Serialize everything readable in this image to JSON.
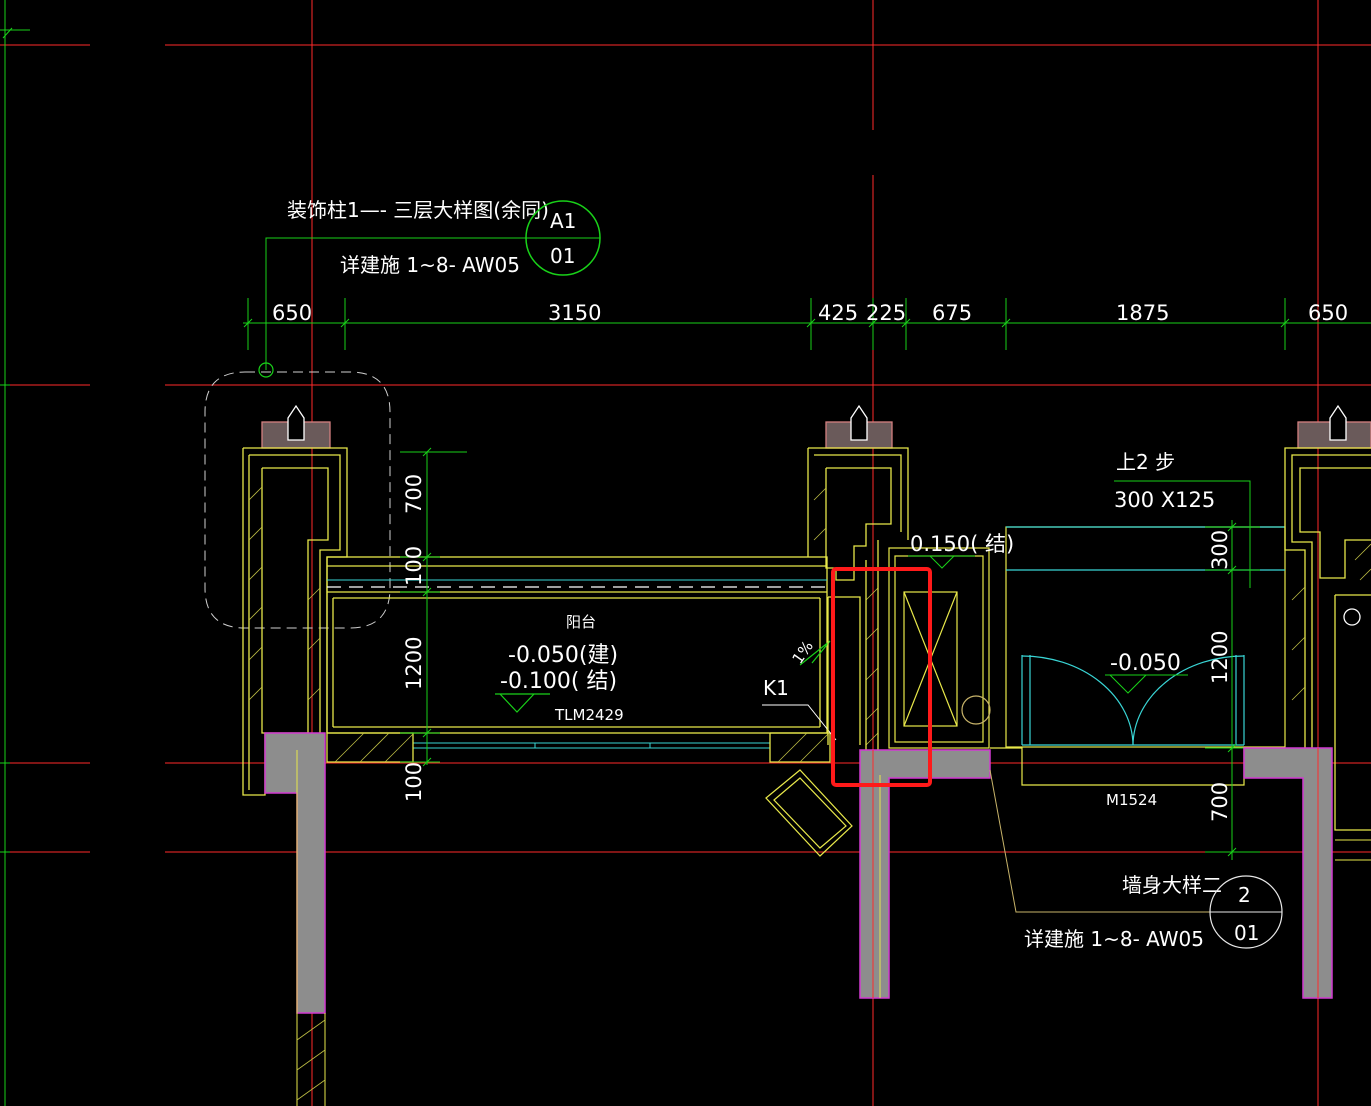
{
  "viewport": {
    "title": "",
    "background": "#000000"
  },
  "colors": {
    "axis": "#ff2a2a",
    "dim": "#19d119",
    "wall": "#e8e84a",
    "glass": "#39d5d5",
    "column_fill": "#8d8d8d",
    "column_edge": "#d23ad2",
    "highlight": "#ff1a1a",
    "text": "#ffffff"
  },
  "callouts": {
    "detail_a1": {
      "line1": "装饰柱1—- 三层大样图(余同)",
      "line2": "详建施 1~8- AW05",
      "bubble_top": "A1",
      "bubble_bottom": "01"
    },
    "detail_2": {
      "line1": "墙身大样二",
      "line2": "详建施 1~8- AW05",
      "bubble_top": "2",
      "bubble_bottom": "01"
    }
  },
  "dimensions": {
    "top": [
      "650",
      "3150",
      "425",
      "225",
      "675",
      "1875",
      "650"
    ],
    "vertical_left": [
      "700",
      "100",
      "1200",
      "100"
    ],
    "vertical_right": [
      "300",
      "1200",
      "700"
    ]
  },
  "labels": {
    "balcony": "阳台",
    "elev_build": "-0.050(建)",
    "elev_struct": "-0.100( 结)",
    "door_tlm": "TLM2429",
    "slope": "1%",
    "k1": "K1",
    "elev_150": "0.150( 结)",
    "steps_title": "上2 步",
    "steps_size": "300 X125",
    "elev_room": "-0.050",
    "door_m": "M1524"
  },
  "icons": [
    "circle-symbol-icon",
    "door-swing-icon",
    "elevation-triangle-icon"
  ]
}
